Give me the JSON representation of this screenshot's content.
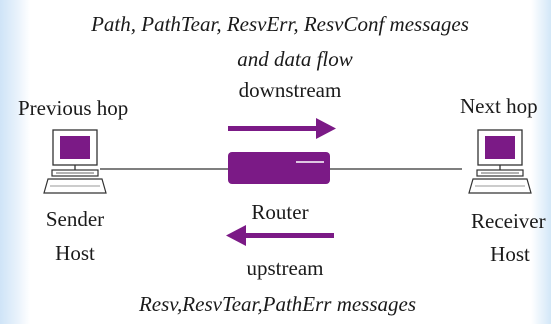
{
  "header": {
    "line1": "Path, PathTear, ResvErr, ResvConf messages",
    "line2": "and data flow"
  },
  "direction": {
    "downstream": "downstream",
    "upstream": "upstream"
  },
  "nodes": {
    "previous_hop": "Previous hop",
    "next_hop": "Next hop",
    "sender_line1": "Sender",
    "sender_line2": "Host",
    "router": "Router",
    "receiver_line1": "Receiver",
    "receiver_line2": "Host"
  },
  "footer": {
    "line": "Resv,ResvTear,PathErr messages"
  },
  "colors": {
    "accent": "#7b1a86",
    "line": "#222222"
  }
}
